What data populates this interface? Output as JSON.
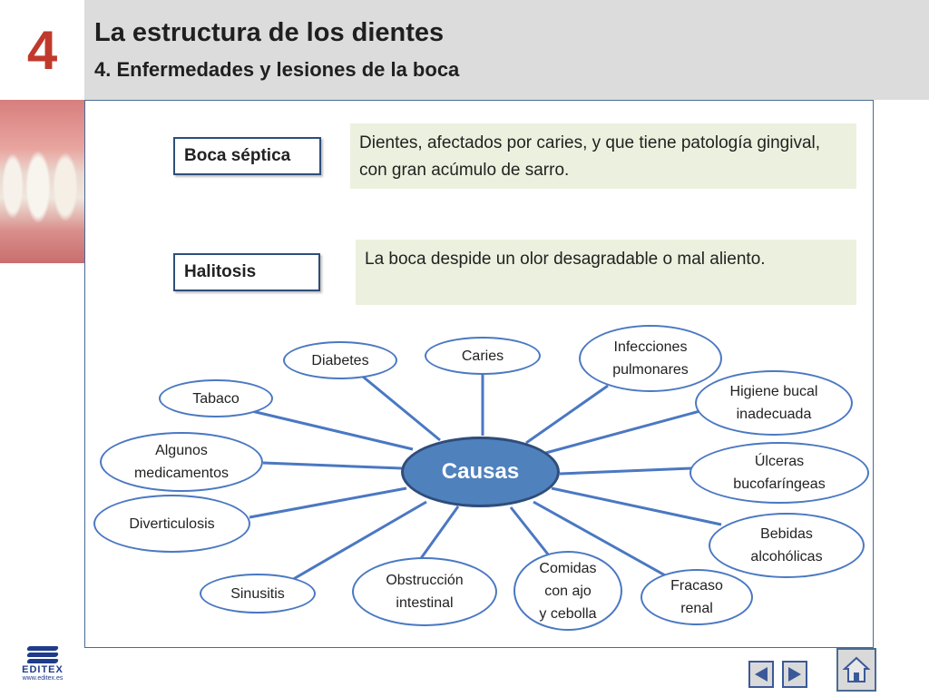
{
  "header": {
    "chapter_number": "4",
    "title": "La estructura de los dientes",
    "subtitle": "4. Enfermedades y lesiones de la boca"
  },
  "terms": [
    {
      "term": "Boca séptica",
      "definition": "Dientes, afectados por caries, y que tiene patología gingival, con gran acúmulo de sarro."
    },
    {
      "term": "Halitosis",
      "definition": "La boca despide un olor desagradable o mal aliento."
    }
  ],
  "mind_map": {
    "center": "Causas",
    "causes": [
      "Diabetes",
      "Caries",
      "Infecciones\npulmonares",
      "Tabaco",
      "Higiene bucal\ninadecuada",
      "Algunos\nmedicamentos",
      "Úlceras\nbucofaríngeas",
      "Diverticulosis",
      "Bebidas\nalcohólicas",
      "Sinusitis",
      "Obstrucción\nintestinal",
      "Comidas\ncon ajo\ny cebolla",
      "Fracaso\nrenal"
    ]
  },
  "footer": {
    "logo_text": "EDITEX",
    "logo_url": "www.editex.es"
  },
  "colors": {
    "accent_red": "#c0392b",
    "bubble_border": "#4a78c2",
    "center_fill": "#4f81bd",
    "definition_bg": "#ebf1de"
  }
}
